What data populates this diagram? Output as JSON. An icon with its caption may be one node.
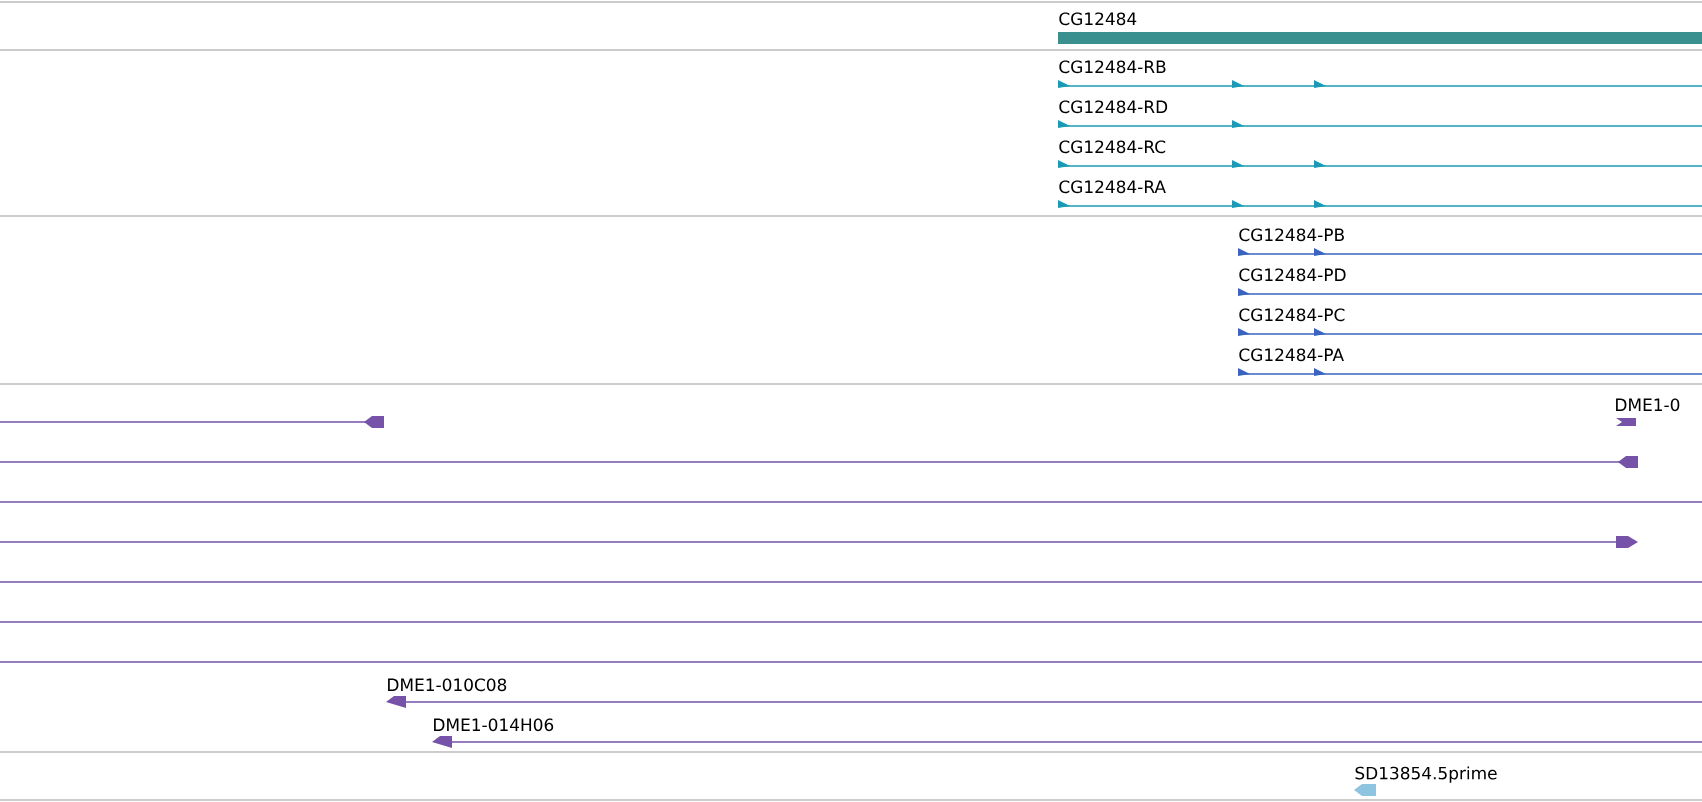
{
  "diagram": {
    "labels": [
      "CG12484",
      "CG12484-RB",
      "CG12484-RD",
      "CG12484-RC",
      "CG12484-RA",
      "CG12484-PB",
      "CG12484-PD",
      "CG12484-PC",
      "CG12484-PA",
      "DME1-0",
      "DME1-010C08",
      "DME1-014H06",
      "SD13854.5prime"
    ]
  }
}
